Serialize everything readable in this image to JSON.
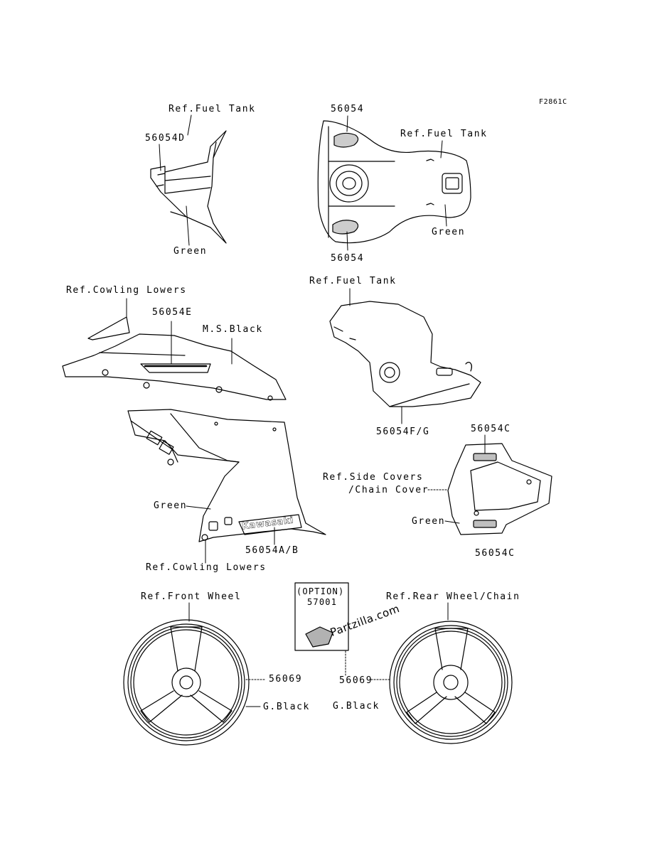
{
  "diagram_code": "F2861C",
  "labels": {
    "ref_fuel_tank_1": "Ref.Fuel Tank",
    "part_56054d": "56054D",
    "green_1": "Green",
    "part_56054_top": "56054",
    "ref_fuel_tank_2": "Ref.Fuel Tank",
    "green_2": "Green",
    "part_56054_bottom": "56054",
    "ref_cowling_lowers_1": "Ref.Cowling Lowers",
    "part_56054e": "56054E",
    "ms_black": "M.S.Black",
    "ref_fuel_tank_3": "Ref.Fuel Tank",
    "part_56054fg": "56054F/G",
    "part_56054c_top": "56054C",
    "ref_side_covers": "Ref.Side Covers",
    "chain_cover": "/Chain Cover",
    "green_3": "Green",
    "green_4": "Green",
    "part_56054c_bottom": "56054C",
    "part_56054ab": "56054A/B",
    "ref_cowling_lowers_2": "Ref.Cowling Lowers",
    "option": "(OPTION)",
    "part_57001": "57001",
    "ref_front_wheel": "Ref.Front Wheel",
    "ref_rear_wheel": "Ref.Rear Wheel/Chain",
    "part_56069_front": "56069",
    "gblack_front": "G.Black",
    "part_56069_rear": "56069",
    "gblack_rear": "G.Black",
    "decal_kawasaki": "Kawasaki"
  },
  "watermark": "Partzilla.com",
  "colors": {
    "line": "#000000",
    "background": "#ffffff"
  }
}
